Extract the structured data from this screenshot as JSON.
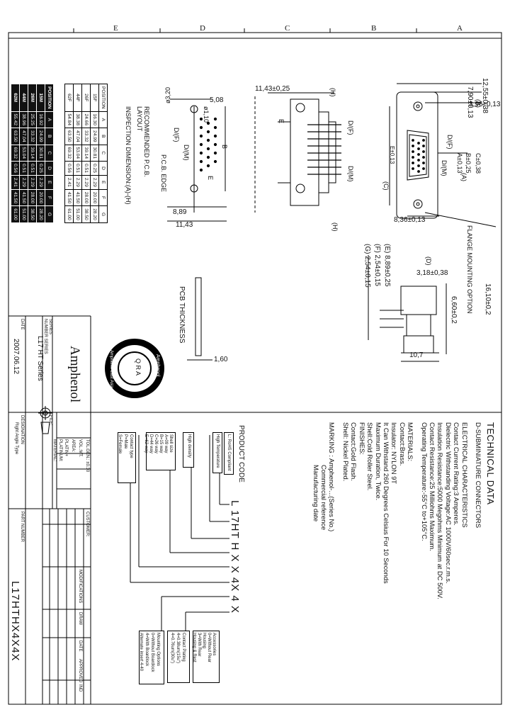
{
  "zones": [
    "E",
    "D",
    "C",
    "B",
    "A"
  ],
  "dimensions": {
    "d1": "12,55±0,38",
    "d2": "7,90±0,13",
    "d3": "3,96±0,13",
    "d4": "11,43±0,25",
    "d5": "ø3,20",
    "d6": "5,08",
    "d7": "ø1,10",
    "d8": "8,89",
    "d9": "11,43",
    "d10": "8,36±0,13",
    "d11": "3,18±0,38",
    "d12": "16,10±0,2",
    "d13": "6,60±0,2",
    "d14": "(E) 8,89±0,25",
    "d15": "(F) 2,54±0,15",
    "d16": "(G) 2,54±0,15",
    "d17": "10,7",
    "d18": "1,60",
    "d19": "E±0,13",
    "d20": "C±0,38",
    "d21": "B±0,25",
    "d22": "A±0,13"
  },
  "drawing_labels": {
    "h_top": "(H)",
    "h_right": "(H)",
    "b_top": "(B)",
    "df": "D/(F)",
    "dm": "D/(M)",
    "df2": "D/(F)",
    "dm2": "D/(M)",
    "df3": "D/(F)",
    "dm3": "D/(M)",
    "c_label": "(C)",
    "a_label": "(A)",
    "d_label": "(D)",
    "e_label": "E",
    "b_label": "B",
    "e_label2": "E",
    "pcb_edge": "P.C.B. EDGE",
    "recommended": "RECOMMENDED P.C.B.",
    "layout": "LAYOUT",
    "inspection": "INSPECTION DIMENSION:(A)-(H)",
    "pcb_thickness": "PCB THICKNESS",
    "flange": "FLANGE MOUNTING OPTION"
  },
  "table_black": {
    "rows": [
      [
        "POSITION",
        "A",
        "B",
        "C",
        "D",
        "E",
        "F",
        "G"
      ],
      [
        "15M",
        "16.92",
        "24.99",
        "30.81",
        "0.25",
        "2.29",
        "20.00",
        "28.20"
      ],
      [
        "26M",
        "25.25",
        "33.32",
        "39.14",
        "0.51",
        "2.29",
        "28.00",
        "38.50"
      ],
      [
        "44M",
        "38.96",
        "47.04",
        "53.04",
        "0.51",
        "2.29",
        "41.50",
        "51.00"
      ],
      [
        "62M",
        "55.42",
        "63.50",
        "69.32",
        "0.56",
        "2.41",
        "41.50",
        "61.00"
      ]
    ]
  },
  "table_white": {
    "rows": [
      [
        "POSITION",
        "A",
        "B",
        "C",
        "D",
        "E",
        "F",
        "G"
      ],
      [
        "15F",
        "16.30",
        "24.99",
        "30.81",
        "0.25",
        "2.29",
        "20.00",
        "28.20"
      ],
      [
        "26F",
        "24.66",
        "33.32",
        "39.14",
        "0.51",
        "2.29",
        "28.00",
        "38.50"
      ],
      [
        "44F",
        "38.38",
        "47.04",
        "53.04",
        "0.51",
        "2.29",
        "41.50",
        "51.00"
      ],
      [
        "62F",
        "54.84",
        "63.50",
        "69.32",
        "0.56",
        "2.41",
        "41.50",
        "61.00"
      ]
    ]
  },
  "technical": {
    "title": "TECHNICAL DATA",
    "subtitle": "D-SUBMINIATURE CONNECTORS",
    "lines": [
      "ELECTRICAL CHARACTERISTICS",
      "Contact Current Rating:3 Amperes.",
      "Dielectric Withstanding Voltage:AC 1000V/60sec.r.m.s.",
      "Insulation Resistance:5000 Megohms Minimum at DC 500V.",
      "Contact Resistance:25 Milliohms Maximum.",
      "Operating Temperature:-55°C to+105°C.",
      "",
      "MATERIALS:",
      "Contact:Brass.",
      "Insulator: NYLON 9T",
      "It Can Withstand 260 Degrees Celsius For 10 Seconds",
      "Maximum Duration, Twice.",
      "Shell:Cold Roller Steel.",
      "FINISHES:",
      "Contact:Gold Flash.",
      "Shell: Nickel Plated."
    ],
    "marking": "MARKING : Amphenol-...(Series No.)",
    "marking2": "Commercial reference",
    "marking3": "Manufacturing date"
  },
  "product_code": {
    "title": "PRODUCT CODE",
    "code": "L 17HT H X X 4X 4 X",
    "box1": "L: RoHS Compliant",
    "box2": "High Temperature",
    "box3": "High density",
    "box4": "Shell size",
    "box4_lines": [
      "A=09 way",
      "B=15 way",
      "C=26 way",
      "D=44 way",
      "E=62 way"
    ],
    "box5": "Contact type",
    "box5_lines": [
      "P=Male",
      "S=Female"
    ],
    "box6": "Contact Plating",
    "box6_lines": [
      "4=0.38um(15u\")",
      "4=0.76um(30u\")"
    ],
    "box7": "Mounting Options",
    "box7_lines": [
      "0=Without Boardlock",
      "4=With Boardlock",
      "Alternate insert 4-40"
    ],
    "box8": "Accessories",
    "box8_lines": [
      "0=Without Rear",
      "Housing",
      "3=With Rear",
      "Housing & Rest"
    ]
  },
  "title_block": {
    "brand": "Amphenol",
    "series_label": "SERIES",
    "number_series": "NUMBER SERIES",
    "series_value": "L17 HT Series",
    "date_label": "DATE",
    "date_value": "2007.06.12",
    "file_label": "FILE:",
    "designation_label": "DESIGNATION",
    "designation_value": "Right Angle Type",
    "tol_label": "TOL.GEN.: ±0.30",
    "scale_label": "VOL.:MT.",
    "area_label": "AREA:",
    "platin_label": "PLATIN+",
    "platinum_label": "PLATINUM:",
    "material_label": "MATERIAL:",
    "customer_label": "CUSTOMER:",
    "modification_label": "MODIFICATIONS",
    "draw_label": "DRAW",
    "date2_label": "DATE",
    "approved_label": "APPROVED",
    "ind_label": "IND",
    "part_number_label": "PART NUMBER",
    "part_number": "L17HTHX4X4X"
  },
  "stamp": {
    "ring_text": "Amphenol",
    "inner": "Q R A",
    "outer": "Amphenol East Asia"
  }
}
